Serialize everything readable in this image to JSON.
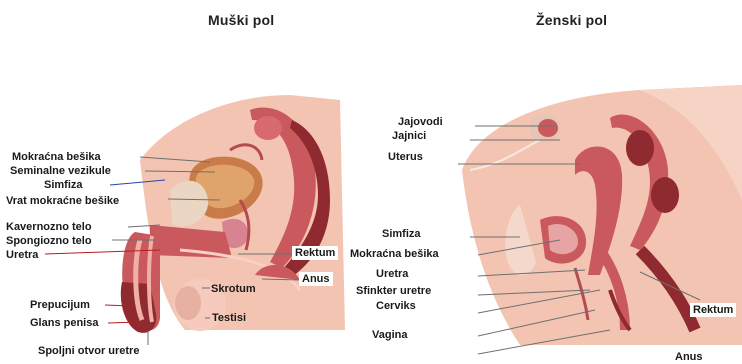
{
  "titles": {
    "male": "Muški pol",
    "female": "Ženski pol"
  },
  "male": {
    "left_labels": [
      "Mokraćna bešika",
      "Seminalne vezikule",
      "Simfiza",
      "Vrat mokraćne bešike",
      "Kavernozno telo",
      "Spongiozno telo",
      "Uretra",
      "Prepucijum",
      "Glans penisa",
      "Spoljni otvor uretre"
    ],
    "right_labels": [
      "Rektum",
      "Anus",
      "Skrotum",
      "Testisi"
    ]
  },
  "female": {
    "left_labels": [
      "Jajovodi",
      "Jajnici",
      "Uterus",
      "Simfiza",
      "Mokraćna bešika",
      "Uretra",
      "Sfinkter uretre",
      "Cerviks",
      "Vagina"
    ],
    "right_labels": [
      "Rektum",
      "Anus"
    ]
  },
  "colors": {
    "tissue": "#f3c4b2",
    "muscle": "#c9595d",
    "dark_red": "#8e2a30",
    "bone": "#ead6c3",
    "leader": "#6f6f6f"
  }
}
